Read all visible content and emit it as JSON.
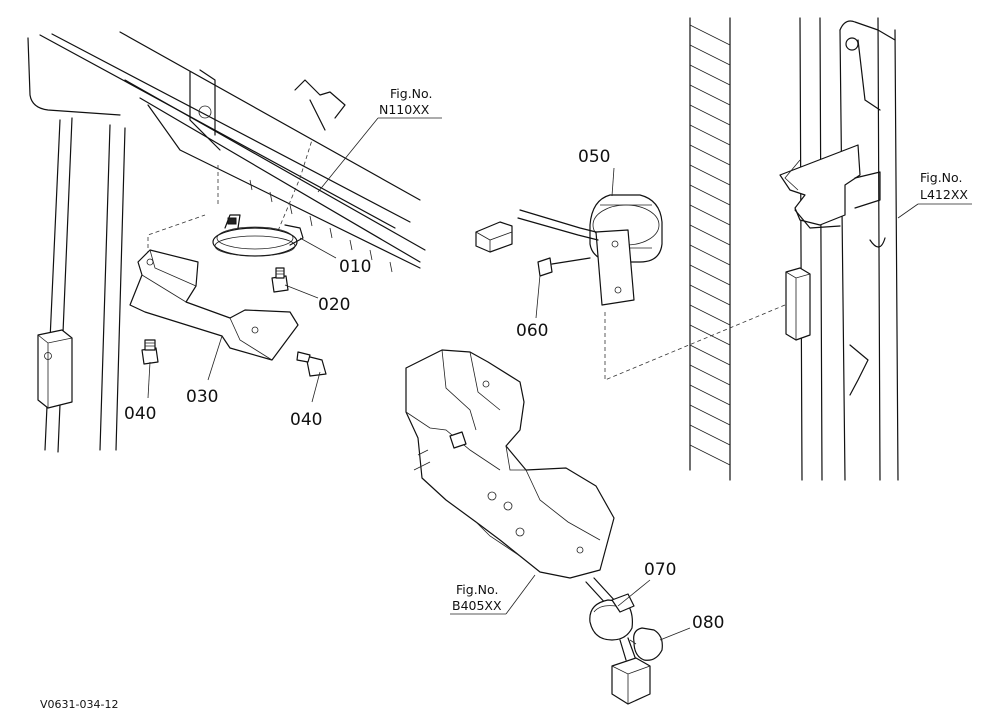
{
  "figure_refs": {
    "n110": {
      "label": "Fig.No.",
      "code": "N110XX"
    },
    "l412": {
      "label": "Fig.No.",
      "code": "L412XX"
    },
    "b405": {
      "label": "Fig.No.",
      "code": "B405XX"
    }
  },
  "parts": {
    "p010": "010",
    "p020": "020",
    "p030": "030",
    "p040a": "040",
    "p040b": "040",
    "p050": "050",
    "p060": "060",
    "p070": "070",
    "p080": "080"
  },
  "drawing_code": "V0631-034-12"
}
